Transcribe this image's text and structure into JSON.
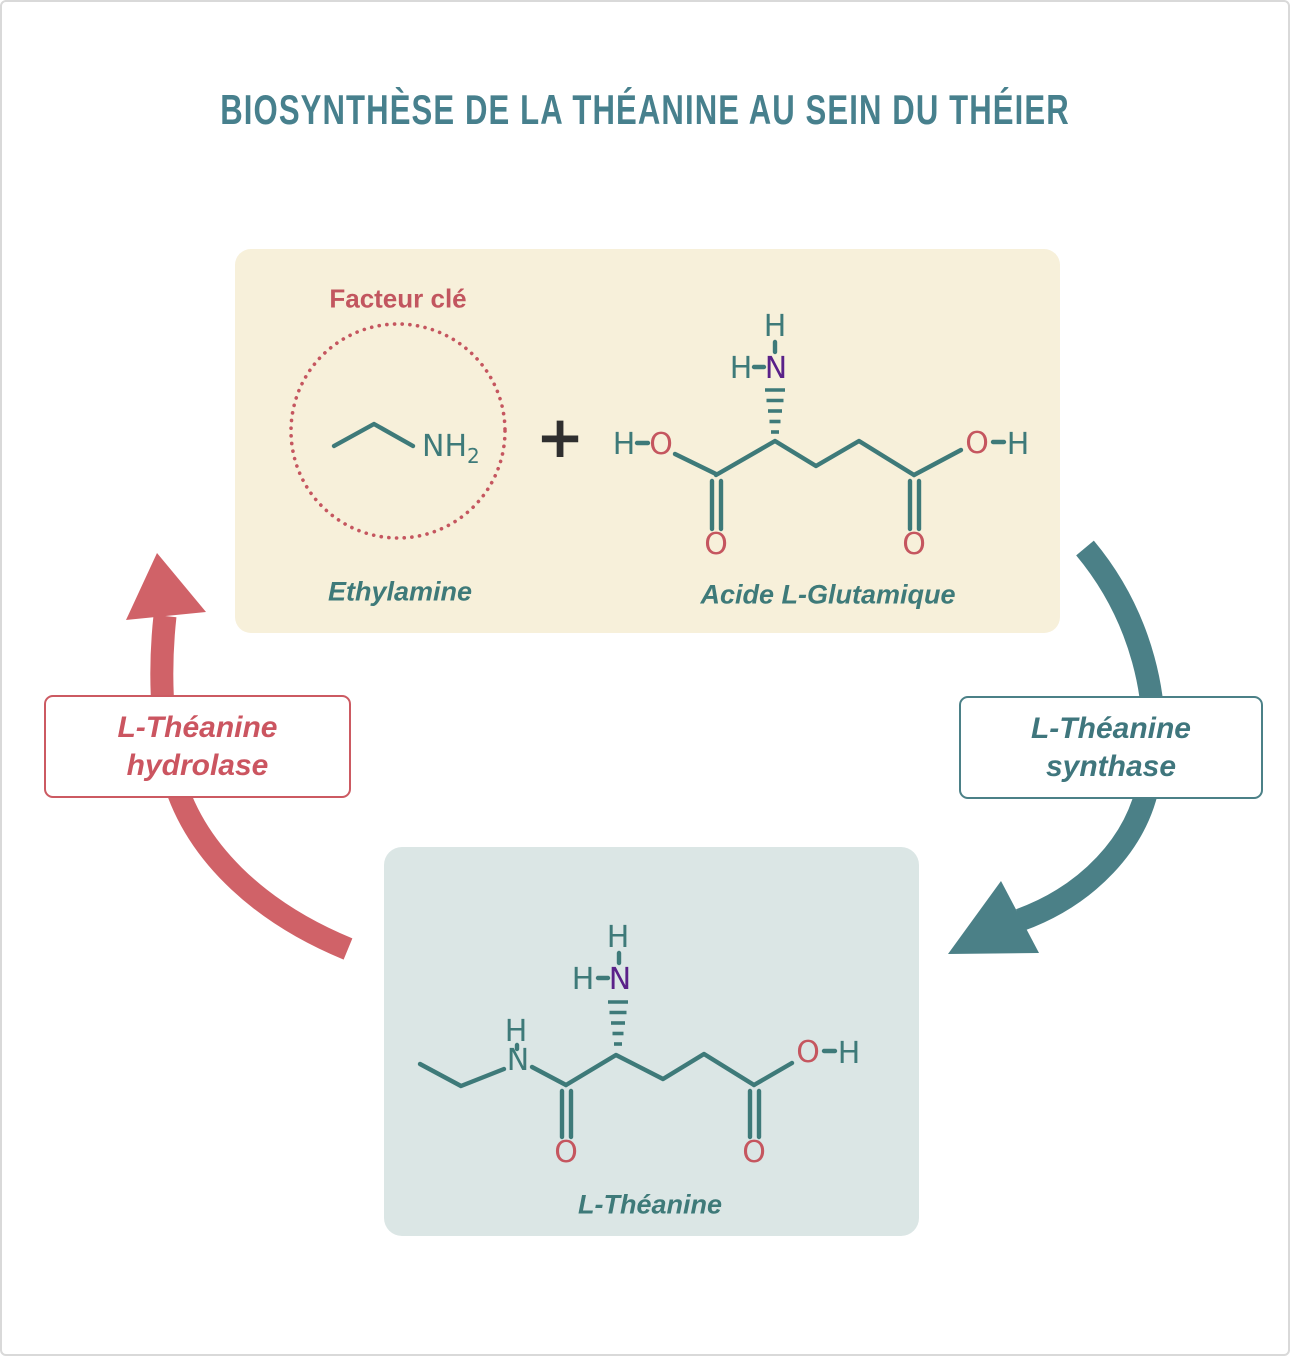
{
  "title": "BIOSYNTHÈSE DE LA THÉANINE AU SEIN DU THÉIER",
  "palette": {
    "teal": "#3E7A79",
    "teal_title": "#47808D",
    "teal_arrow": "#4B8087",
    "red": "#C5565F",
    "red_arrow": "#D06268",
    "purple": "#5A2189",
    "plus_dark": "#2F2F2F",
    "panel_cream": "#F7F0DA",
    "panel_blue": "#DBE6E5"
  },
  "reactants_panel": {
    "key_factor_label": "Facteur clé",
    "plus_sign": "+",
    "ethylamine": {
      "name": "Ethylamine",
      "amine_group": "NH",
      "amine_subscript": "2"
    },
    "glutamic_acid": {
      "name": "Acide L-Glutamique",
      "atoms": {
        "left_h": "H",
        "left_o": "O",
        "amine_h_top": "H",
        "amine_h_left": "H",
        "amine_n": "N",
        "carbonyl_o_left": "O",
        "carbonyl_o_right": "O",
        "right_o": "O",
        "right_h": "H"
      }
    }
  },
  "cycle": {
    "synthase_enzyme": {
      "line1": "L-Théanine",
      "line2": "synthase"
    },
    "hydrolase_enzyme": {
      "line1": "L-Théanine",
      "line2": "hydrolase"
    }
  },
  "product_panel": {
    "theanine": {
      "name": "L-Théanine",
      "atoms": {
        "amide_h": "H",
        "amide_n": "N",
        "amine_h_top": "H",
        "amine_h_left": "H",
        "amine_n": "N",
        "carbonyl_o_left": "O",
        "carbonyl_o_right": "O",
        "right_o": "O",
        "right_h": "H"
      }
    }
  }
}
